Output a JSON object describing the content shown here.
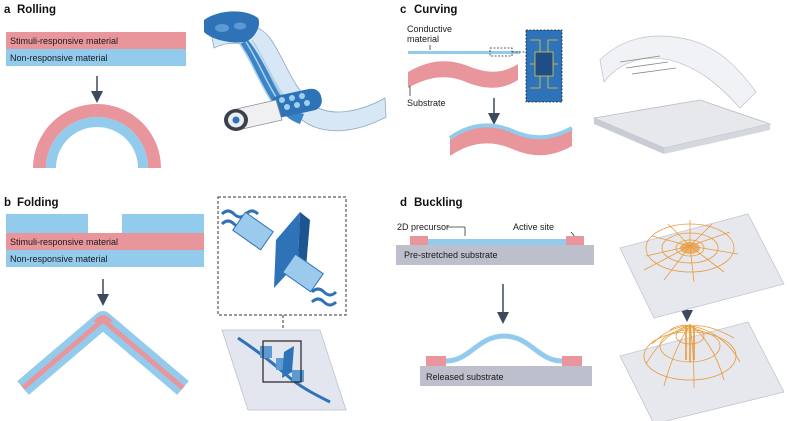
{
  "panels": {
    "a": {
      "letter": "a",
      "title": "Rolling",
      "stimuli_label": "Stimuli-responsive material",
      "nonresponsive_label": "Non-responsive material"
    },
    "b": {
      "letter": "b",
      "title": "Folding",
      "stimuli_label": "Stimuli-responsive material",
      "nonresponsive_label": "Non-responsive material"
    },
    "c": {
      "letter": "c",
      "title": "Curving",
      "conductive_label_1": "Conductive",
      "conductive_label_2": "material",
      "substrate_label": "Substrate"
    },
    "d": {
      "letter": "d",
      "title": "Buckling",
      "precursor_label": "2D precursor",
      "active_site_label": "Active site",
      "prestretched_label": "Pre-stretched substrate",
      "released_label": "Released substrate"
    }
  },
  "colors": {
    "stimuli": "#e8959b",
    "nonresponsive": "#93cbec",
    "substrate_gray": "#bdbfcc",
    "device_blue": "#2e73b8",
    "orange_mesh": "#e89a3a",
    "arrow": "#3d4a5c"
  }
}
